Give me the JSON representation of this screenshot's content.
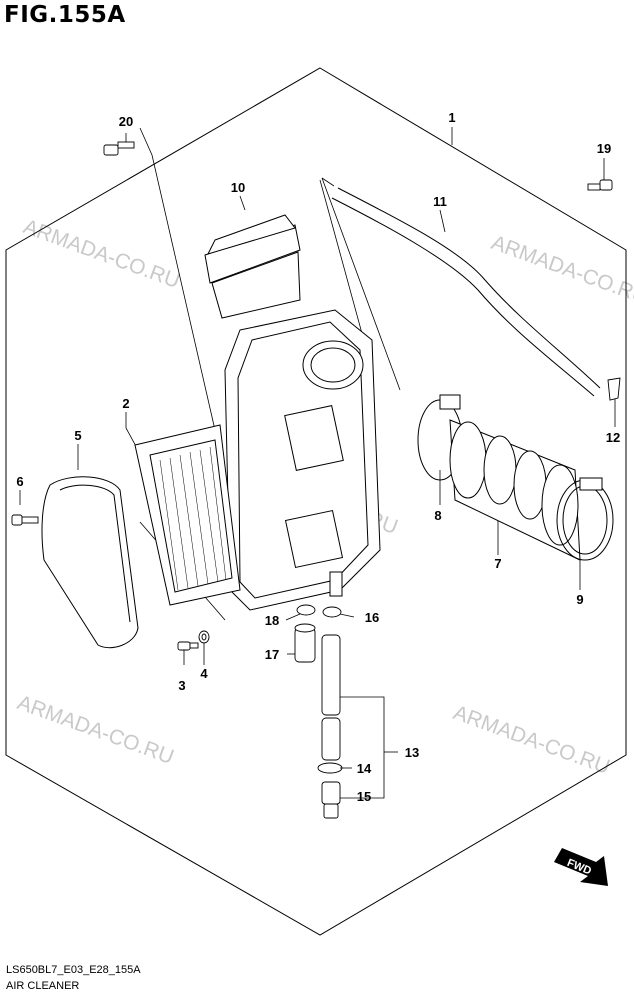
{
  "figure": {
    "title": "FIG.155A"
  },
  "footer": {
    "code": "LS650BL7_E03_E28_155A",
    "caption": "AIR CLEANER"
  },
  "watermark": "ARMADA-CO.RU",
  "fwd_label": "FWD",
  "callouts": {
    "c1": "1",
    "c2": "2",
    "c3": "3",
    "c4": "4",
    "c5": "5",
    "c6": "6",
    "c7": "7",
    "c8": "8",
    "c9": "9",
    "c10": "10",
    "c11": "11",
    "c12": "12",
    "c13": "13",
    "c14": "14",
    "c15": "15",
    "c16": "16",
    "c17": "17",
    "c18": "18",
    "c19": "19",
    "c20": "20"
  }
}
